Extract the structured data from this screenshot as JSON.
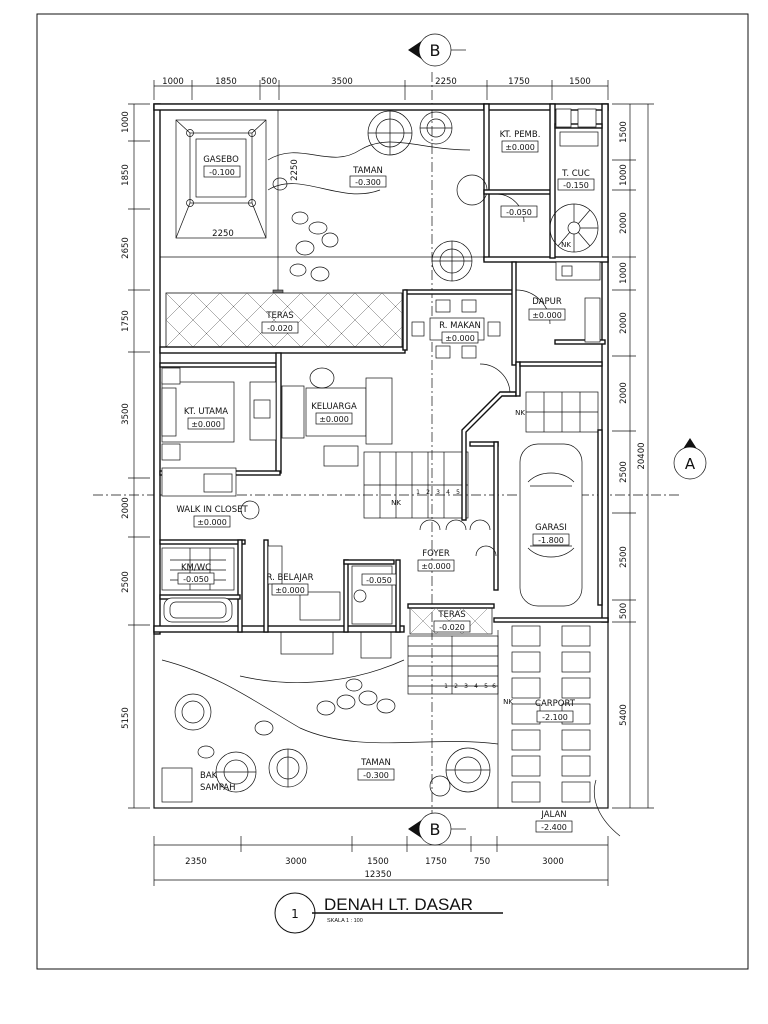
{
  "drawing": {
    "title": "DENAH LT. DASAR",
    "number": "1",
    "scale": "SKALA   1 : 100"
  },
  "section_marks": {
    "top": "B",
    "bottom": "B",
    "right": "A"
  },
  "dimensions": {
    "top": [
      "1000",
      "1850",
      "500",
      "3500",
      "2250",
      "1750",
      "1500"
    ],
    "bottom": [
      "2350",
      "3000",
      "1500",
      "1750",
      "750",
      "3000"
    ],
    "bottom_total": "12350",
    "left": [
      "1000",
      "1850",
      "2650",
      "1750",
      "3500",
      "2000",
      "2500",
      "5150"
    ],
    "right_inner": [
      "1500",
      "1000",
      "2000",
      "1000",
      "2000",
      "2000",
      "2500",
      "2500",
      "500",
      "5400"
    ],
    "right_total": "20400",
    "gasebo_h": "2250",
    "gasebo_v": "2250"
  },
  "rooms": {
    "gasebo": {
      "name": "GASEBO",
      "level": "-0.100"
    },
    "taman_top": {
      "name": "TAMAN",
      "level": "-0.300"
    },
    "kt_pemb": {
      "name": "KT. PEMB.",
      "level": "±0.000"
    },
    "t_cuc": {
      "name": "T. CUC",
      "level": "-0.150"
    },
    "service": {
      "level": "-0.050"
    },
    "teras_top": {
      "name": "TERAS",
      "level": "-0.020"
    },
    "r_makan": {
      "name": "R. MAKAN",
      "level": "±0.000"
    },
    "dapur": {
      "name": "DAPUR",
      "level": "±0.000"
    },
    "kt_utama": {
      "name": "KT. UTAMA",
      "level": "±0.000"
    },
    "keluarga": {
      "name": "KELUARGA",
      "level": "±0.000"
    },
    "walk_in": {
      "name": "WALK IN CLOSET",
      "level": "±0.000"
    },
    "km_wc": {
      "name": "KM/WC",
      "level": "-0.050"
    },
    "belajar": {
      "name": "R. BELAJAR",
      "level": "±0.000"
    },
    "wc_small": {
      "level": "-0.050"
    },
    "foyer": {
      "name": "FOYER",
      "level": "±0.000"
    },
    "garasi": {
      "name": "GARASI",
      "level": "-1.800"
    },
    "teras_bottom": {
      "name": "TERAS",
      "level": "-0.020"
    },
    "carport": {
      "name": "CARPORT",
      "level": "-2.100"
    },
    "taman_bottom": {
      "name": "TAMAN",
      "level": "-0.300"
    },
    "bak_sampah": {
      "name": "BAK\nSAMPAH"
    },
    "jalan": {
      "name": "JALAN",
      "level": "-2.400"
    }
  },
  "stair_labels": {
    "nk1": "NK",
    "nk2": "NK",
    "nk3": "NK",
    "nk4": "NK",
    "steps_main": [
      "1",
      "2",
      "3",
      "4",
      "5"
    ],
    "steps_bottom": [
      "1",
      "2",
      "3",
      "4",
      "5",
      "6"
    ]
  }
}
